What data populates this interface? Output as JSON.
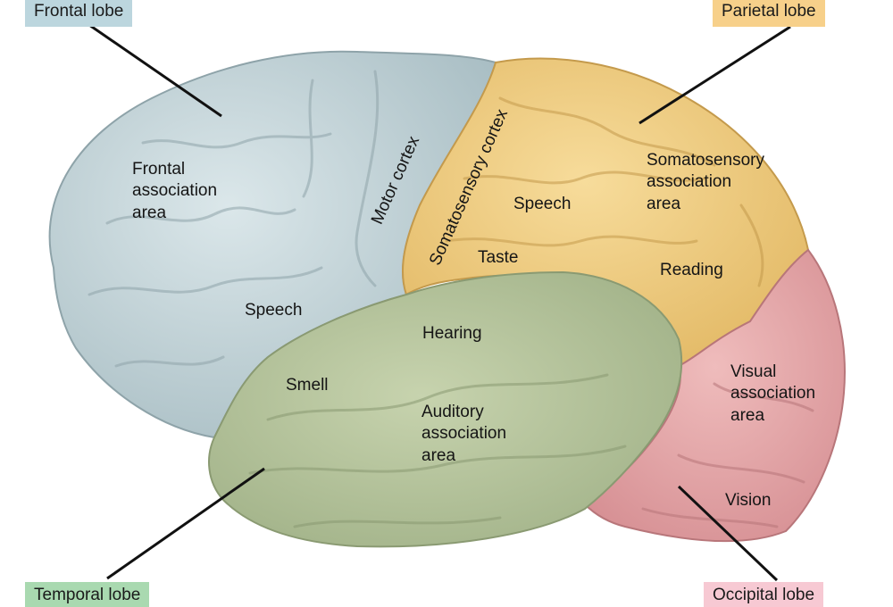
{
  "lobes": {
    "frontal": {
      "label": "Frontal lobe",
      "color": "#bcd6de"
    },
    "parietal": {
      "label": "Parietal lobe",
      "color": "#f7d08a"
    },
    "temporal": {
      "label": "Temporal lobe",
      "color": "#a9d9b0"
    },
    "occipital": {
      "label": "Occipital lobe",
      "color": "#f7c9d3"
    }
  },
  "regions": {
    "frontal_association": [
      "Frontal",
      "association",
      "area"
    ],
    "motor_cortex": "Motor cortex",
    "somatosensory_cortex": "Somatosensory cortex",
    "speech_parietal": "Speech",
    "taste": "Taste",
    "somatosensory_association": [
      "Somatosensory",
      "association",
      "area"
    ],
    "reading": "Reading",
    "speech_frontal": "Speech",
    "hearing": "Hearing",
    "smell": "Smell",
    "auditory_association": [
      "Auditory",
      "association",
      "area"
    ],
    "visual_association": [
      "Visual",
      "association",
      "area"
    ],
    "vision": "Vision"
  },
  "colors": {
    "frontal_fill": "#c6d6db",
    "parietal_fill": "#efcf83",
    "temporal_fill": "#b5c49c",
    "occipital_fill": "#e3a8a8",
    "leader_line": "#111111"
  }
}
